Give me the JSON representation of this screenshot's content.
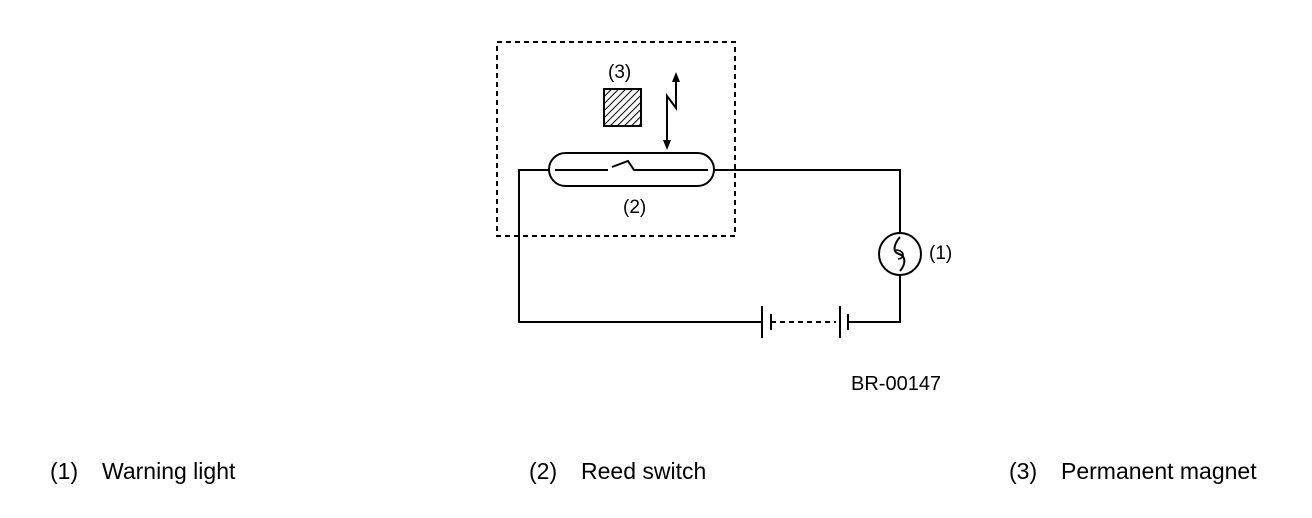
{
  "diagram": {
    "labels": {
      "warning_light_callout": "(1)",
      "reed_switch_callout": "(2)",
      "magnet_callout": "(3)"
    },
    "figure_code": "BR-00147"
  },
  "legend": [
    {
      "number": "(1)",
      "text": "Warning light"
    },
    {
      "number": "(2)",
      "text": "Reed switch"
    },
    {
      "number": "(3)",
      "text": "Permanent magnet"
    }
  ],
  "colors": {
    "line": "#000000",
    "background": "#ffffff"
  }
}
